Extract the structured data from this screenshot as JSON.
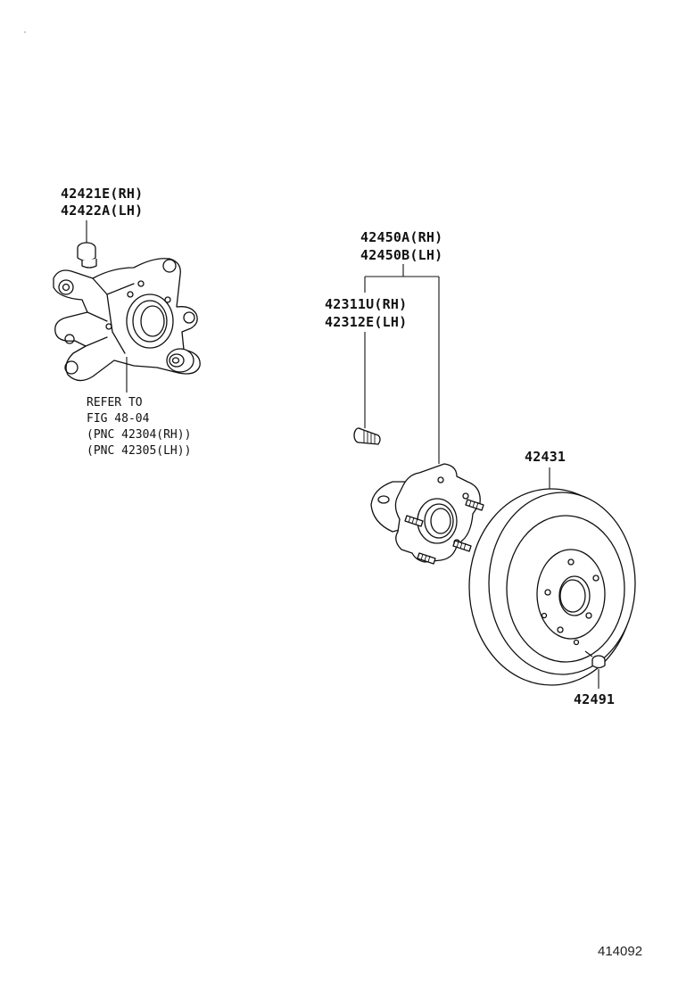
{
  "parts": {
    "knuckle_bolt": {
      "rh": "42421E(RH)",
      "lh": "42422A(LH)"
    },
    "hub_assembly": {
      "rh": "42450A(RH)",
      "lh": "42450B(LH)"
    },
    "hub_bolt": {
      "rh": "42311U(RH)",
      "lh": "42312E(LH)"
    },
    "disc": "42431",
    "disc_plug": "42491"
  },
  "refer_note": {
    "line1": "REFER TO",
    "line2": "FIG 48-04",
    "line3": "(PNC 42304(RH))",
    "line4": "(PNC 42305(LH))"
  },
  "figure_number": "414092"
}
